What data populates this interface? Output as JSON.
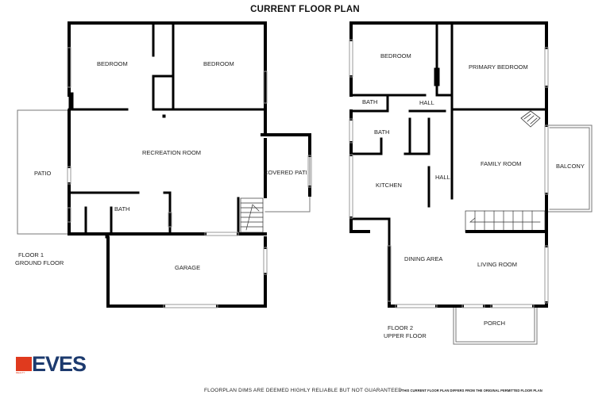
{
  "title": "CURRENT FLOOR PLAN",
  "floor1": {
    "caption_line1": "FLOOR 1",
    "caption_line2": "GROUND FLOOR",
    "rooms": {
      "bedroom_left": "BEDROOM",
      "bedroom_right": "BEDROOM",
      "patio": "PATIO",
      "recreation_room": "RECREATION ROOM",
      "covered_patio": "COVERED PATIO",
      "bath": "BATH",
      "garage": "GARAGE"
    }
  },
  "floor2": {
    "caption_line1": "FLOOR 2",
    "caption_line2": "UPPER FLOOR",
    "rooms": {
      "bedroom": "BEDROOM",
      "primary_bedroom": "PRIMARY BEDROOM",
      "bath_top": "BATH",
      "hall_top": "HALL",
      "bath_mid": "BATH",
      "family_room": "FAMILY ROOM",
      "balcony": "BALCONY",
      "kitchen": "KITCHEN",
      "hall_mid": "HALL",
      "dining_area": "DINING AREA",
      "living_room": "LIVING ROOM",
      "porch": "PORCH"
    }
  },
  "logo": {
    "text": "EVES",
    "tagline": "REALTY",
    "brand_color": "#1c3a6e",
    "accent_color": "#e03a1e"
  },
  "footer": {
    "disclaimer": "FLOORPLAN DIMS ARE DEEMED HIGHLY RELIABLE BUT NOT GUARANTEED",
    "note": "* THIS CURRENT FLOOR PLAN DIFFERS FROM THE ORIGINAL PERMITTED FLOOR PLAN"
  }
}
